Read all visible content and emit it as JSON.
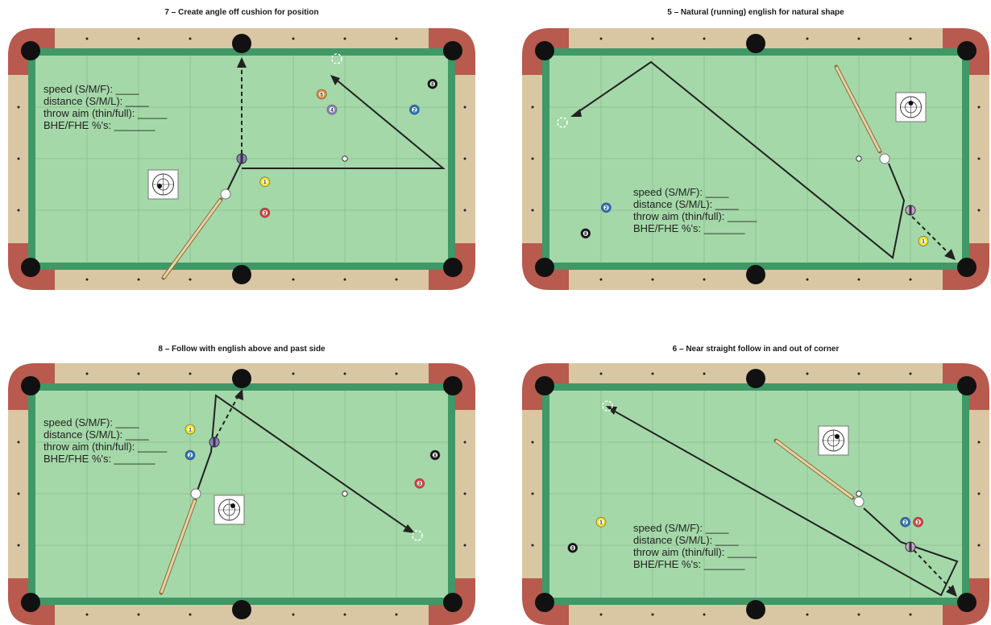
{
  "diagrams": [
    {
      "title": "7 – Create angle off cushion for position",
      "form": {
        "speed": "speed (S/M/F): ____",
        "distance": "distance (S/M/L): ____",
        "throw": "throw aim (thin/full): _____",
        "bhe": "BHE/FHE %'s: _______"
      },
      "balls": [
        {
          "num": "8",
          "kind": "eight",
          "col": 7.7,
          "row": 0.55
        },
        {
          "num": "5",
          "kind": "five",
          "col": 5.55,
          "row": 0.75
        },
        {
          "num": "4",
          "kind": "four",
          "col": 5.75,
          "row": 1.05
        },
        {
          "num": "2",
          "kind": "two",
          "col": 7.35,
          "row": 1.05
        },
        {
          "num": "1",
          "kind": "one",
          "col": 4.45,
          "row": 2.45
        },
        {
          "num": "3",
          "kind": "three",
          "col": 4.45,
          "row": 3.05
        }
      ]
    },
    {
      "title": "5 – Natural (running) english for natural shape",
      "form": {
        "speed": "speed (S/M/F): ____",
        "distance": "distance (S/M/L): ____",
        "throw": "throw aim (thin/full): _____",
        "bhe": "BHE/FHE %'s: _______"
      },
      "balls": [
        {
          "num": "2",
          "kind": "two",
          "col": 1.1,
          "row": 2.95
        },
        {
          "num": "8",
          "kind": "eight",
          "col": 0.7,
          "row": 3.45
        },
        {
          "num": "1",
          "kind": "one",
          "col": 7.25,
          "row": 3.6
        }
      ]
    },
    {
      "title": "8 – Follow with english above and past side",
      "form": {
        "speed": "speed (S/M/F): ____",
        "distance": "distance (S/M/L): ____",
        "throw": "throw aim (thin/full): _____",
        "bhe": "BHE/FHE %'s: _______"
      },
      "balls": [
        {
          "num": "1",
          "kind": "one",
          "col": 3.0,
          "row": 0.75
        },
        {
          "num": "2",
          "kind": "two",
          "col": 3.0,
          "row": 1.25
        },
        {
          "num": "8",
          "kind": "eight",
          "col": 7.75,
          "row": 1.25
        },
        {
          "num": "3",
          "kind": "three",
          "col": 7.45,
          "row": 1.8
        }
      ]
    },
    {
      "title": "6 – Near straight follow in and out of corner",
      "form": {
        "speed": "speed (S/M/F): ____",
        "distance": "distance (S/M/L): ____",
        "throw": "throw aim (thin/full): _____",
        "bhe": "BHE/FHE %'s: _______"
      },
      "balls": [
        {
          "num": "2",
          "kind": "two",
          "col": 6.9,
          "row": 2.55
        },
        {
          "num": "3",
          "kind": "three",
          "col": 7.15,
          "row": 2.55
        },
        {
          "num": "1",
          "kind": "one",
          "col": 1.0,
          "row": 2.55
        },
        {
          "num": "8",
          "kind": "eight",
          "col": 0.45,
          "row": 3.05
        }
      ]
    }
  ],
  "ball_colors": {
    "one": "#f4e01c",
    "two": "#1f6fc4",
    "three": "#e23a3a",
    "four": "#8f7fc4",
    "five": "#f08a38",
    "eight": "#111111",
    "cue": "#ffffff"
  },
  "table_colors": {
    "felt": "#a4d8a8",
    "cushion": "#3f9866",
    "rail": "#d9c7a4",
    "corner": "#b85a4e",
    "pocket": "#111111",
    "grid": "#8fbb93"
  }
}
